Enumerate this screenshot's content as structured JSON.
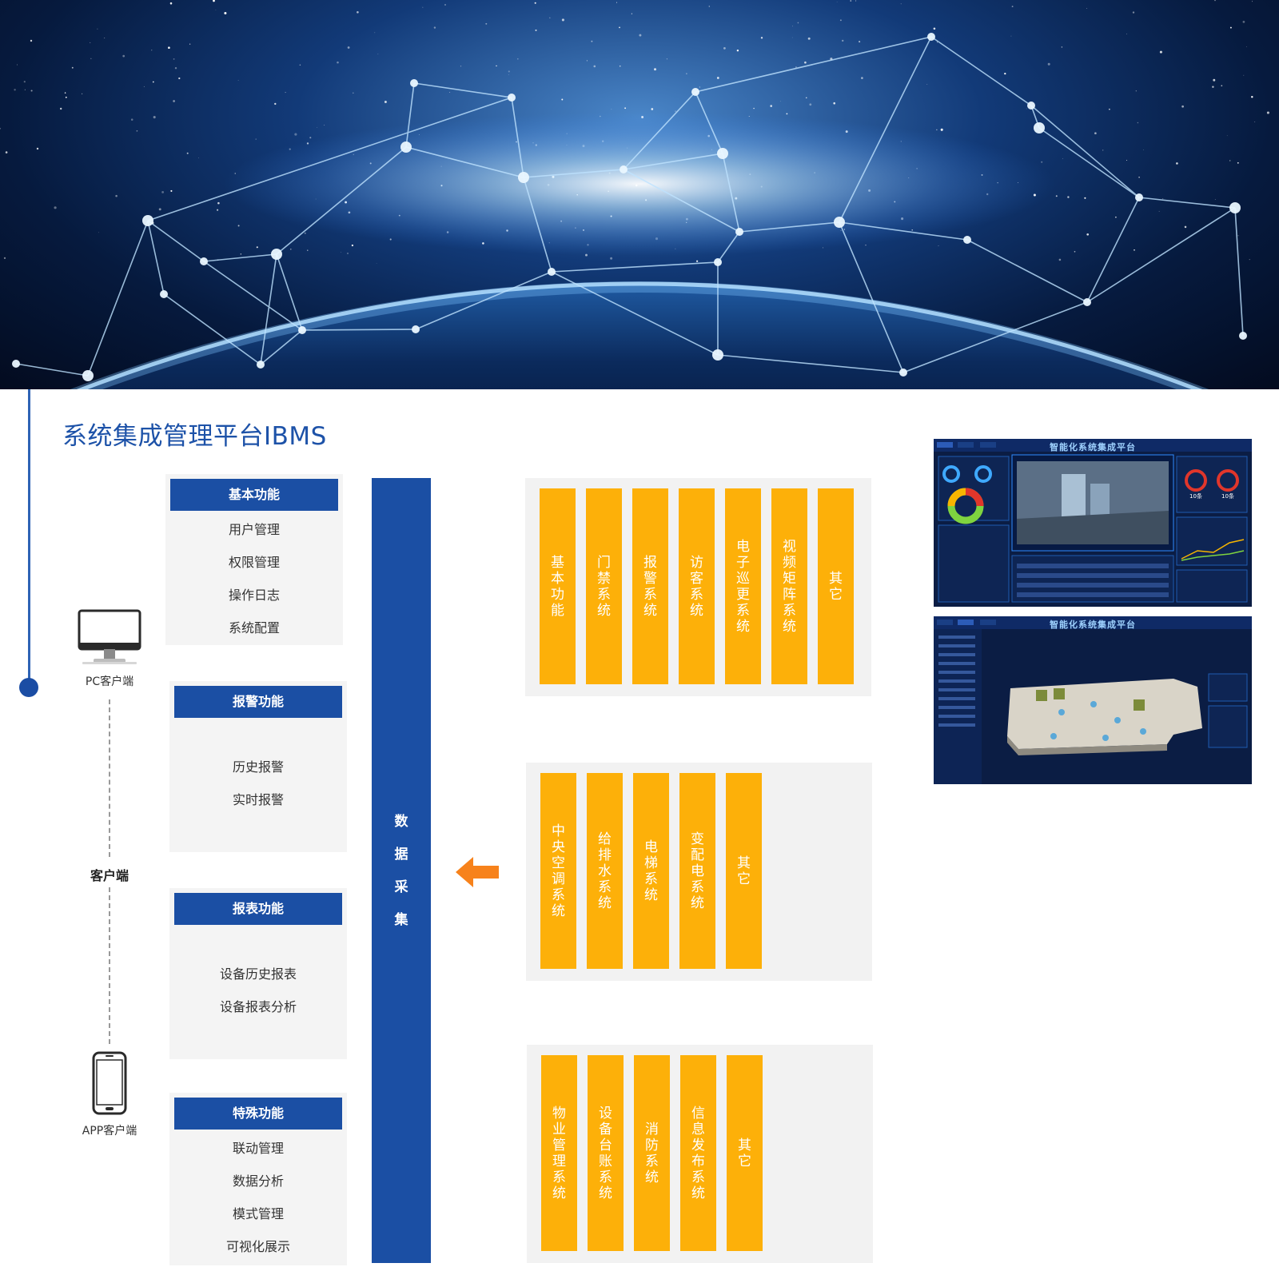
{
  "title": "系统集成管理平台IBMS",
  "clients": {
    "pc_label": "PC客户端",
    "main_label": "客户端",
    "app_label": "APP客户端"
  },
  "functions": [
    {
      "title": "基本功能",
      "items": [
        "用户管理",
        "权限管理",
        "操作日志",
        "系统配置"
      ]
    },
    {
      "title": "报警功能",
      "items": [
        "历史报警",
        "实时报警"
      ]
    },
    {
      "title": "报表功能",
      "items": [
        "设备历史报表",
        "设备报表分析"
      ]
    },
    {
      "title": "特殊功能",
      "items": [
        "联动管理",
        "数据分析",
        "模式管理",
        "可视化展示"
      ]
    }
  ],
  "data_collection": "数据采集",
  "subsystem_groups": [
    [
      "基本功能",
      "门禁系统",
      "报警系统",
      "访客系统",
      "电子巡更系统",
      "视频矩阵系统",
      "其它"
    ],
    [
      "中央空调系统",
      "给排水系统",
      "电梯系统",
      "变配电系统",
      "其它"
    ],
    [
      "物业管理系统",
      "设备台账系统",
      "消防系统",
      "信息发布系统",
      "其它"
    ]
  ],
  "screenshots": [
    {
      "title": "智能化系统集成平台",
      "values": [
        "10条",
        "10条"
      ]
    },
    {
      "title": "智能化系统集成平台"
    }
  ],
  "colors": {
    "primary_blue": "#1b4fa4",
    "orange": "#fdb009",
    "arrow": "#f7821b",
    "panel_bg": "#f4f4f4"
  }
}
